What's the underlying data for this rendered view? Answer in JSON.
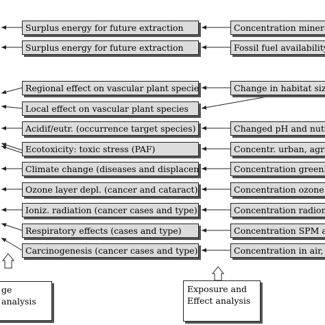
{
  "rows": [
    {
      "effect": "Surplus energy for future extraction",
      "cause": "Concentration mineral"
    },
    {
      "effect": "Surplus energy for future extraction",
      "cause": "Fossil fuel availability"
    },
    {
      "effect": "Regional effect on vascular plant species",
      "cause": "Change in habitat size"
    },
    {
      "effect": "Local effect on vascular plant species",
      "cause": ""
    },
    {
      "effect": "Acidif/eutr. (occurrence target species)",
      "cause": "Changed pH and nutri"
    },
    {
      "effect": "Ecotoxicity: toxic stress (PAF)",
      "cause": "Concentr. urban, agri."
    },
    {
      "effect": "Climate change (diseases and displacem.)",
      "cause": "Concentration greenh."
    },
    {
      "effect": "Ozone layer depl. (cancer and cataract)",
      "cause": "Concentration ozone c"
    },
    {
      "effect": "Ioniz. radiation (cancer cases and type)",
      "cause": "Concentration radionu"
    },
    {
      "effect": "Respiratory effects (cases and type)",
      "cause": "Concentration SPM an"
    },
    {
      "effect": "Carcinogenesis (cancer cases and type)",
      "cause": "Concentration in air, w"
    }
  ],
  "bottom": {
    "left_text": "ge analysis",
    "right_line1": "Exposure and",
    "right_line2": "Effect analysis"
  },
  "colors": {
    "box_fill": "#dcdcdc",
    "stroke": "#222222",
    "shadow": "#555555"
  }
}
